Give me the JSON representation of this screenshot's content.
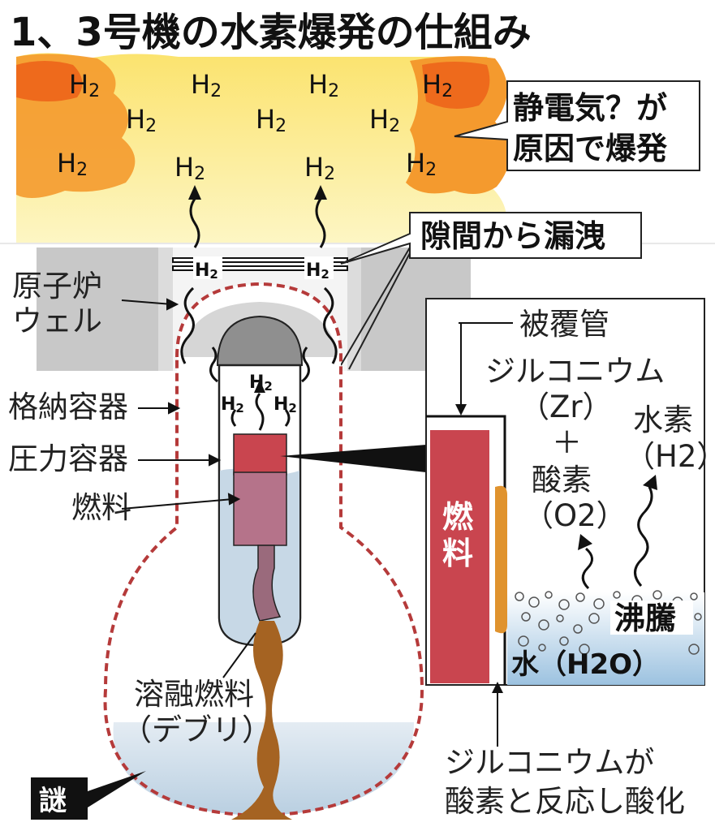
{
  "title": "1、3号機の水素爆発の仕組み",
  "explosion": {
    "callout": [
      "静電気？が",
      "原因で爆発"
    ],
    "h2_label": "H2",
    "sub2": "2"
  },
  "leak_callout": "隙間から漏洩",
  "labels": {
    "reactor_well": [
      "原子炉",
      "ウェル"
    ],
    "containment": "格納容器",
    "pressure_vessel": "圧力容器",
    "fuel": "燃料",
    "debris": [
      "溶融燃料",
      "（デブリ）"
    ],
    "mystery": "謎"
  },
  "detail": {
    "cladding": "被覆管",
    "zirconium": "ジルコニウム",
    "zr": "（Zr）",
    "plus": "＋",
    "oxygen": "酸素",
    "o2": "（O2）",
    "hydrogen": "水素",
    "h2": "（H2）",
    "fuel_vertical": [
      "燃",
      "料"
    ],
    "boiling": "沸騰",
    "water": "水（H2O）",
    "reaction": [
      "ジルコニウムが",
      "酸素と反応し酸化"
    ]
  },
  "colors": {
    "fire_orange": "#f07a1c",
    "fire_yellow": "#fbe979",
    "fuel_red": "#c9454f",
    "debris_brown": "#a56322",
    "water_blue": "#bcd4e6",
    "dash_red": "#b53a3a",
    "building_gray": "#c8c8c8"
  }
}
